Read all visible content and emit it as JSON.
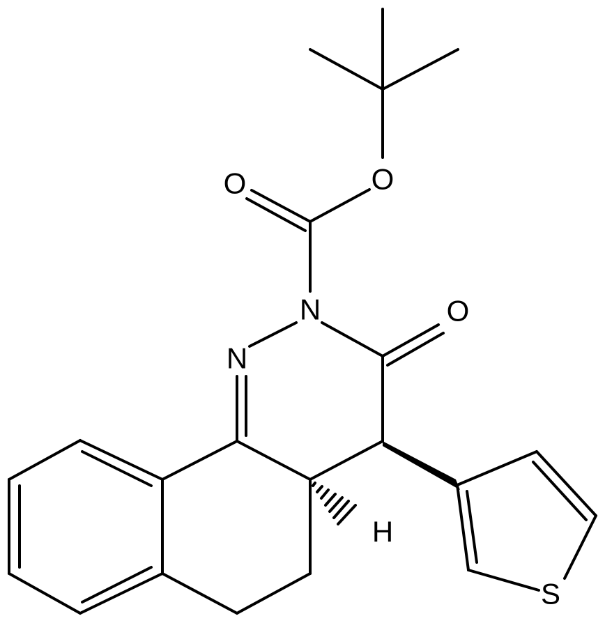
{
  "structure": {
    "bond_color": "#000000",
    "background": "#ffffff",
    "atom_labels": {
      "carbonyl_oxygen_ester": "O",
      "ester_oxygen": "O",
      "ring_nitrogen_2": "N",
      "ring_nitrogen_1": "N",
      "lactam_oxygen": "O",
      "stereo_hydrogen": "H",
      "thiophene_sulfur": "S"
    }
  }
}
